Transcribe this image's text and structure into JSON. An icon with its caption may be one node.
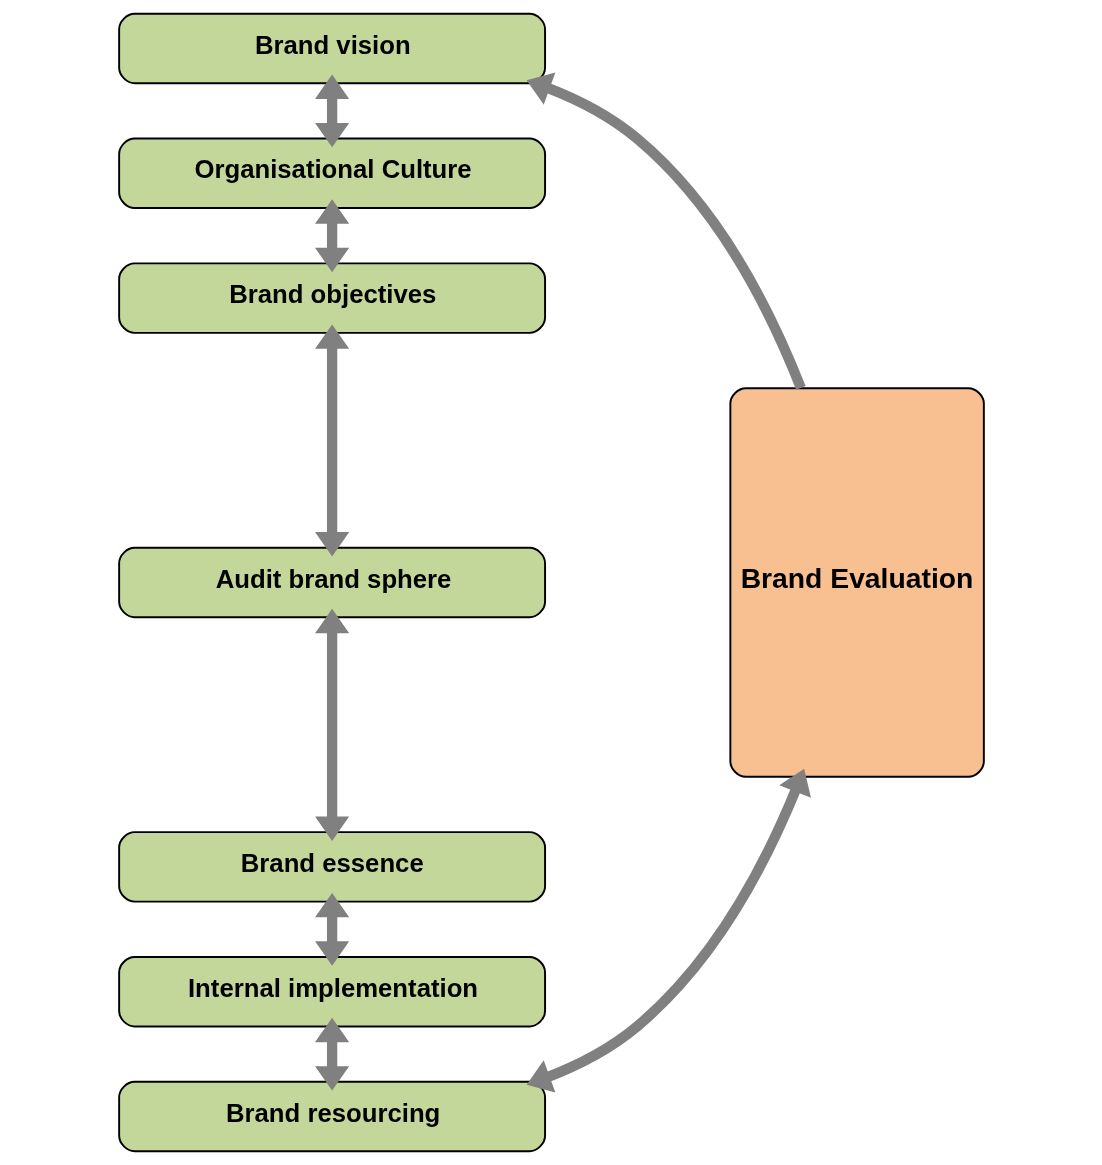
{
  "diagram": {
    "nodes": [
      {
        "text": [
          "Brand vision"
        ]
      },
      {
        "text": [
          "Organisational Culture"
        ]
      },
      {
        "text": [
          "Brand objectives"
        ]
      },
      {
        "text": [
          "Audit brand sphere"
        ]
      },
      {
        "text": [
          "Brand essence"
        ]
      },
      {
        "text": [
          "Internal implementation"
        ]
      },
      {
        "text": [
          "Brand resourcing"
        ]
      },
      {
        "text": [
          "Brand Evaluation"
        ]
      }
    ],
    "edges": [
      {
        "from": 0,
        "to": 1,
        "arrow": "both"
      },
      {
        "from": 1,
        "to": 2,
        "arrow": "both"
      },
      {
        "from": 2,
        "to": 3,
        "arrow": "both"
      },
      {
        "from": 3,
        "to": 4,
        "arrow": "both"
      },
      {
        "from": 4,
        "to": 5,
        "arrow": "both"
      },
      {
        "from": 5,
        "to": 6,
        "arrow": "both"
      },
      {
        "from": 6,
        "to": 7,
        "arrow": "both"
      },
      {
        "from": 7,
        "to": 0,
        "arrow": "to"
      }
    ]
  }
}
